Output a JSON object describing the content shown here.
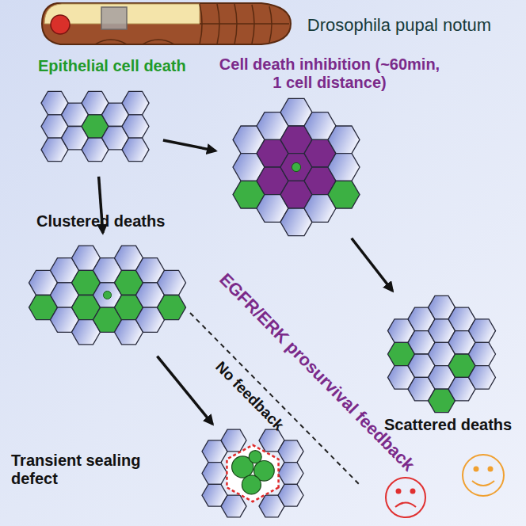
{
  "diagram": {
    "nodes": [
      {
        "text": [
          "Epithelial cell death"
        ]
      },
      {
        "text": [
          "Cell death inhibition (~60min, 1 cell distance)"
        ]
      },
      {
        "text": [
          "Scattered deaths"
        ]
      },
      {
        "text": [
          "Clustered deaths"
        ]
      },
      {
        "text": [
          "Transient sealing defect"
        ]
      }
    ],
    "edges": [
      {
        "from": 0,
        "to": 1,
        "arrow": "to"
      },
      {
        "from": 1,
        "to": 2,
        "arrow": "to"
      },
      {
        "from": 0,
        "to": 3,
        "arrow": "to"
      },
      {
        "from": 3,
        "to": 4,
        "arrow": "to"
      }
    ],
    "labels": [
      "Drosophila pupal notum",
      "EGFR/ERK prosurvival feedback",
      "No feedback"
    ]
  }
}
